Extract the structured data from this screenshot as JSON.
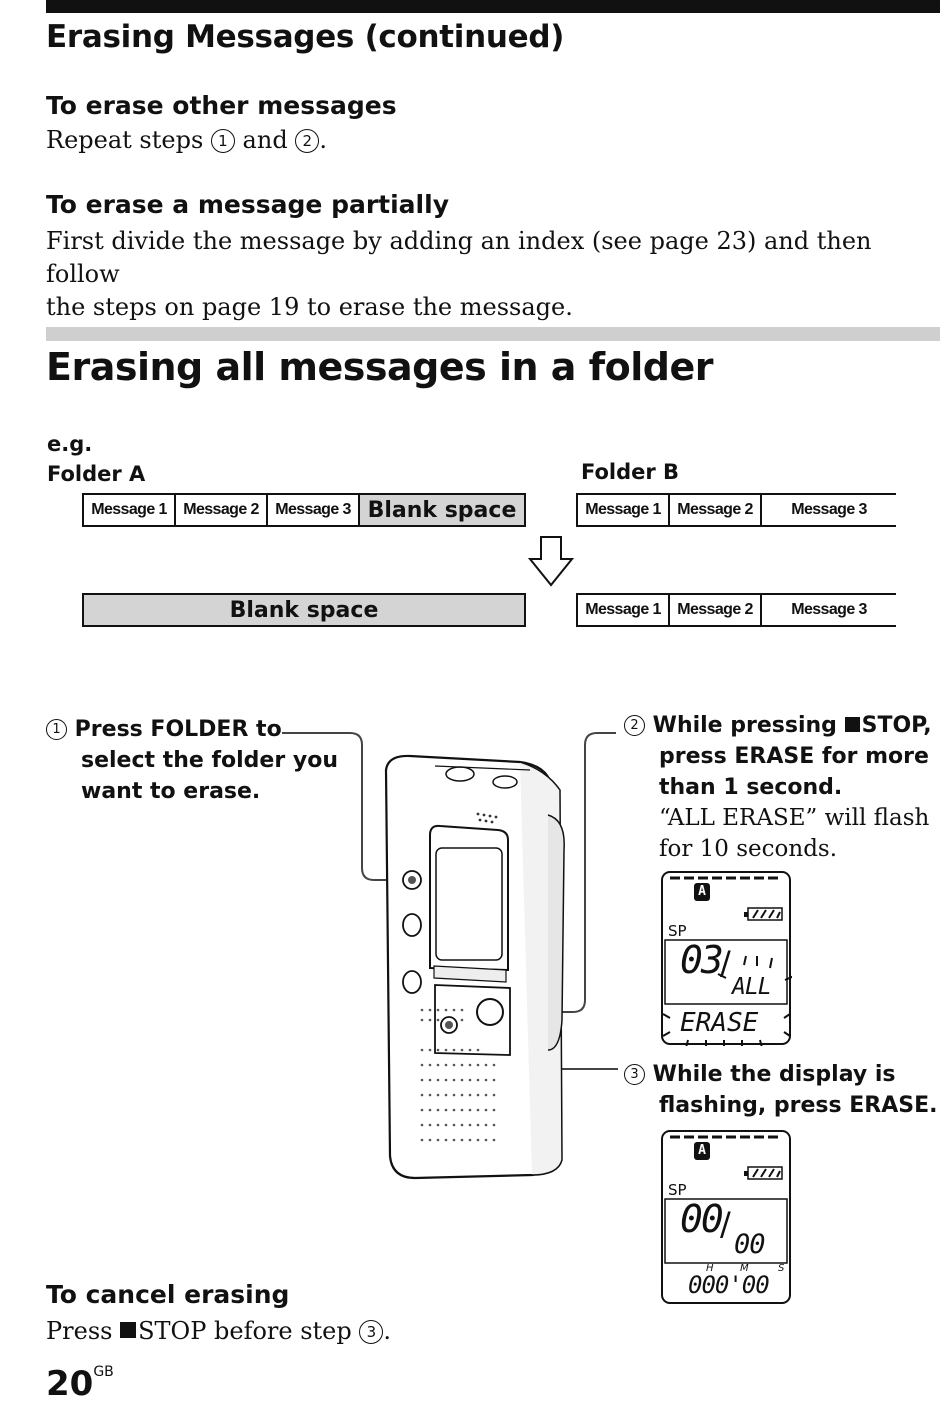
{
  "header": {
    "title": "Erasing Messages (continued)"
  },
  "other": {
    "heading": "To erase other messages",
    "text_before": "Repeat steps",
    "step1": "1",
    "text_mid": "and",
    "step2": "2",
    "text_end": "."
  },
  "partial": {
    "heading": "To erase a message partially",
    "line1": "First divide the message by adding an index (see page 23) and then follow",
    "line2": "the steps on page 19 to erase the message."
  },
  "folder_section": {
    "title": "Erasing all messages in a folder"
  },
  "example": {
    "eg": "e.g.",
    "folder_a": "Folder A",
    "folder_b": "Folder B",
    "a_before": [
      "Message 1",
      "Message 2",
      "Message 3",
      "Blank space"
    ],
    "a_after": "Blank space",
    "b_before": [
      "Message 1",
      "Message 2",
      "Message 3"
    ],
    "b_after": [
      "Message 1",
      "Message 2",
      "Message 3"
    ]
  },
  "steps": {
    "s1": {
      "num": "1",
      "lines": [
        "Press FOLDER to",
        "select the folder you",
        "want to erase."
      ]
    },
    "s2": {
      "num": "2",
      "line1": "While pressing ",
      "line1b": "STOP,",
      "line2": "press ERASE for more",
      "line3": "than 1 second.",
      "note1": "“ALL ERASE” will flash",
      "note2": "for 10 seconds."
    },
    "s3": {
      "num": "3",
      "line1": "While the display is",
      "line2": "flashing, press ERASE."
    }
  },
  "lcd1": {
    "folder": "A",
    "mode": "SP",
    "current": "03",
    "all": "ALL",
    "erase": "ERASE"
  },
  "lcd2": {
    "folder": "A",
    "mode": "SP",
    "current": "00",
    "total": "00",
    "h": "H",
    "m": "M",
    "s": "S",
    "time": "000'00"
  },
  "cancel": {
    "heading": "To cancel erasing",
    "text_before": "Press ",
    "stop": "STOP before step ",
    "step": "3",
    "end": "."
  },
  "footer": {
    "page": "20",
    "suffix": "GB"
  }
}
